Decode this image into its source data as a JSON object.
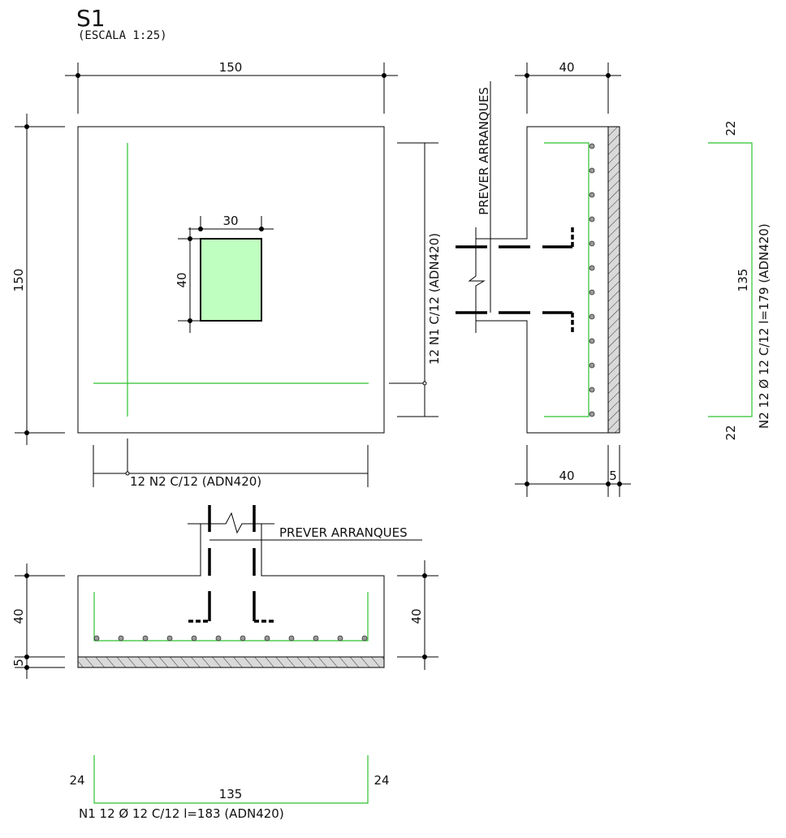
{
  "header": {
    "title": "S1",
    "scale": "(ESCALA 1:25)"
  },
  "plan": {
    "width_dim": "150",
    "height_dim": "150",
    "column_width": "30",
    "column_depth": "40",
    "n1_label": "12 N1 C/12 (ADN420)",
    "n2_label": "12 N2 C/12 (ADN420)",
    "column_fill": "#bfffbf"
  },
  "side_section": {
    "top_dim": "40",
    "bottom_dim": "40",
    "bottom_dim_small": "5",
    "note": "PREVER ARRANQUES"
  },
  "front_section": {
    "note": "PREVER ARRANQUES",
    "left_dim": "40",
    "left_dim_small": "5",
    "right_dim": "40"
  },
  "bar_n2": {
    "top_hook": "22",
    "length": "135",
    "bottom_hook": "22",
    "label": "N2  12 Ø 12 C/12 l=179 (ADN420)"
  },
  "bar_n1": {
    "left_hook": "24",
    "length": "135",
    "right_hook": "24",
    "label": "N1  12 Ø 12 C/12 l=183 (ADN420)"
  },
  "colors": {
    "rebar_line": "#2fc12f",
    "hatch_fill": "#d9d9d9"
  }
}
